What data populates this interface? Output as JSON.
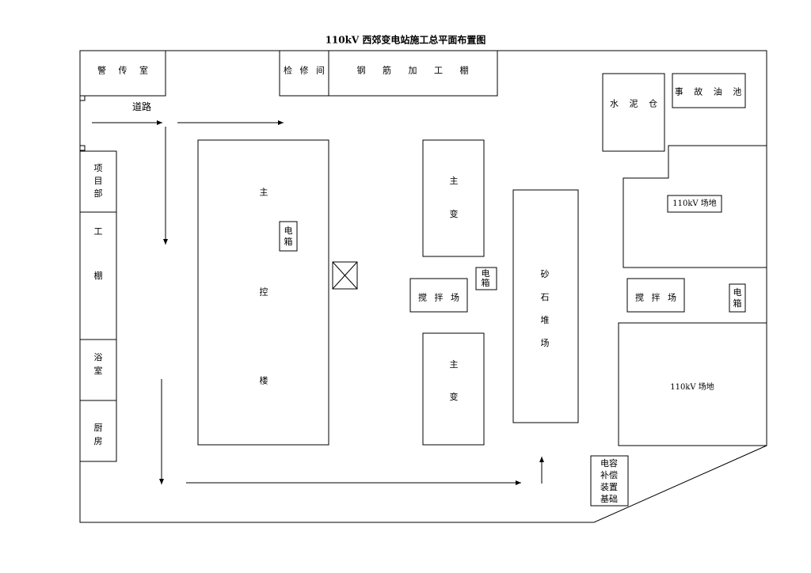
{
  "title": "110kV 西郊变电站施工总平面布置图",
  "labels": {
    "guard_room": "警 传 室",
    "repair_room": "检 修 间",
    "rebar_shed": "钢 筋 加 工 棚",
    "road": "道路",
    "cement_warehouse": "水 泥 仓",
    "accident_oil_pool": "事 故 油 池",
    "site_110kv_upper": "110kV 场地",
    "site_110kv_lower": "110kV 场地",
    "project_dept": "项目部",
    "work_shed": "工棚",
    "bathroom": "浴室",
    "kitchen": "厨房",
    "main_control_1": "主",
    "main_control_2": "控",
    "main_control_3": "楼",
    "elec_box_1": "电箱",
    "elec_box_2": "电箱",
    "elec_box_3": "电箱",
    "transformer_a": "主变",
    "transformer_b": "主变",
    "mixing_1": "搅 拌 场",
    "mixing_2": "搅 拌 场",
    "sand_yard": "砂石堆场",
    "capacitor_base": "电容补偿装置基础"
  }
}
